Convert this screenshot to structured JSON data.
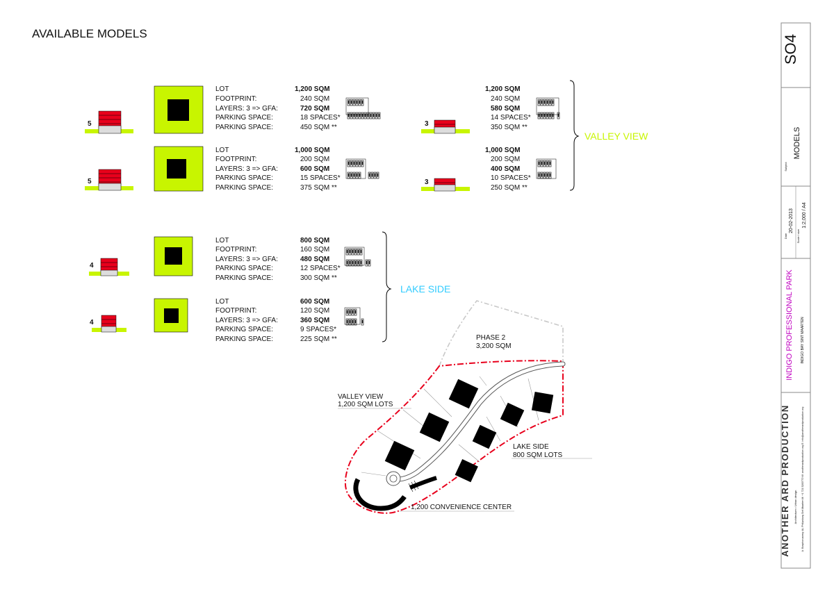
{
  "page_title": "AVAILABLE MODELS",
  "colors": {
    "lime": "#c8f500",
    "red": "#e8001c",
    "magenta": "#b000b0",
    "cyan": "#33ccff",
    "orange": "#f0a800",
    "black": "#000000"
  },
  "field_labels": {
    "lot": "LOT",
    "footprint": "FOOTPRINT:",
    "layers": "LAYERS: 3  => GFA:",
    "parking_spaces": "PARKING SPACE:",
    "parking_area": "PARKING SPACE:"
  },
  "groups": {
    "valley": "VALLEY VIEW",
    "lake": "LAKE SIDE"
  },
  "models": {
    "v1": {
      "floors": "5",
      "lot": "1,200 SQM",
      "footprint": "240 SQM",
      "gfa": "720 SQM",
      "spaces": "18 SPACES*",
      "parking": "450 SQM **"
    },
    "v1b": {
      "floors": "3",
      "lot": "1,200 SQM",
      "footprint": "240 SQM",
      "gfa": "580 SQM",
      "spaces": "14 SPACES*",
      "parking": "350 SQM **"
    },
    "v2": {
      "floors": "5",
      "lot": "1,000 SQM",
      "footprint": "200 SQM",
      "gfa": "600 SQM",
      "spaces": "15 SPACES*",
      "parking": "375 SQM **"
    },
    "v2b": {
      "floors": "3",
      "lot": "1,000 SQM",
      "footprint": "200 SQM",
      "gfa": "400 SQM",
      "spaces": "10 SPACES*",
      "parking": "250 SQM **"
    },
    "l1": {
      "floors": "4",
      "lot": "800 SQM",
      "footprint": "160 SQM",
      "gfa": "480 SQM",
      "spaces": "12 SPACES*",
      "parking": "300 SQM **"
    },
    "l2": {
      "floors": "4",
      "lot": "600 SQM",
      "footprint": "120 SQM",
      "gfa": "360 SQM",
      "spaces": "9 SPACES*",
      "parking": "225 SQM **"
    }
  },
  "site_plan": {
    "phase2_title": "PHASE 2",
    "phase2_area": "3,200 SQM",
    "valley_title": "VALLEY VIEW",
    "valley_note": "1,200 SQM LOTS",
    "lake_title": "LAKE SIDE",
    "lake_note": "800 SQM LOTS",
    "convenience": "1,200 CONVENIENCE CENTER"
  },
  "title_block": {
    "sheet": "SO4",
    "subject_label": "Subject",
    "subject": "MODELS",
    "date_label": "Date",
    "date": "20-02-2013",
    "scale_label": "Scale / size",
    "scale": "1:2,000 / A4",
    "project": "INDIGO PROFESSIONAL PARK",
    "location": "INDIGO BAY SINT MAARTEN",
    "firm": "ANOTHER ARD PRODUCTION",
    "firm_tagline": "Architecture • Urban design",
    "firm_contact": "A: Bosphorusweg 4A, Philipsburg Sint Maarten  M: +1 721 5200770  W: anotherardproduction.org  E: info@anotherardproduction.org"
  }
}
